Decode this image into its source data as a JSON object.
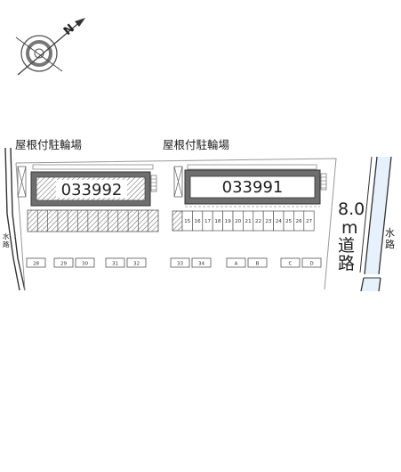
{
  "compass": {
    "label": "N",
    "icon": "compass-rose-icon"
  },
  "buildings": [
    {
      "label": "屋根付駐輪場",
      "number": "033992"
    },
    {
      "label": "屋根付駐輪場",
      "number": "033991"
    }
  ],
  "parking_row_right": [
    "15",
    "16",
    "17",
    "18",
    "19",
    "20",
    "21",
    "22",
    "23",
    "24",
    "25",
    "26",
    "27"
  ],
  "parking_bottom": [
    "28",
    "29",
    "30",
    "31",
    "32",
    "33",
    "34",
    "A",
    "B",
    "C",
    "D"
  ],
  "road": {
    "width": "8.0",
    "unit": "m",
    "name_1": "道",
    "name_2": "路"
  },
  "waterway_left": {
    "char_1": "水",
    "char_2": "路"
  },
  "waterway_right": {
    "char_1": "水",
    "char_2": "路"
  }
}
